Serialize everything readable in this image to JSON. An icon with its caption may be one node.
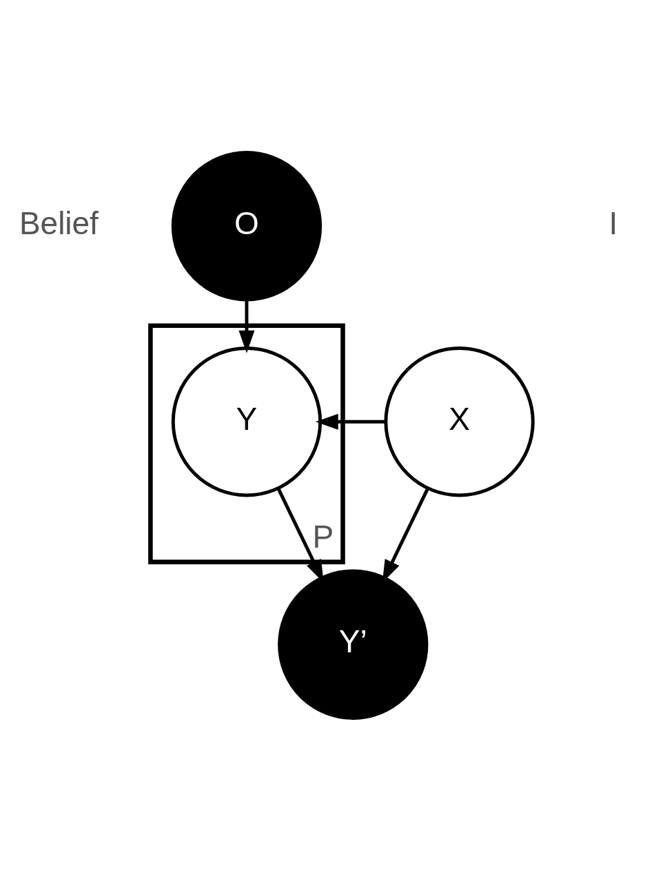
{
  "diagram": {
    "nodes": [
      {
        "text": [
          "O"
        ],
        "beside": [
          "Belief"
        ]
      },
      {
        "text": [
          "P"
        ]
      },
      {
        "text": [
          "Y"
        ],
        "in": 1
      },
      {
        "text": [
          "X"
        ]
      },
      {
        "text": [
          "Y’"
        ]
      }
    ],
    "edges": [
      {
        "from": 0,
        "to": 2,
        "arrow": "to"
      },
      {
        "from": 3,
        "to": 2,
        "arrow": "to"
      },
      {
        "from": 2,
        "to": 4,
        "arrow": "to"
      },
      {
        "from": 3,
        "to": 4,
        "arrow": "to"
      }
    ],
    "labels": [
      "I"
    ]
  }
}
